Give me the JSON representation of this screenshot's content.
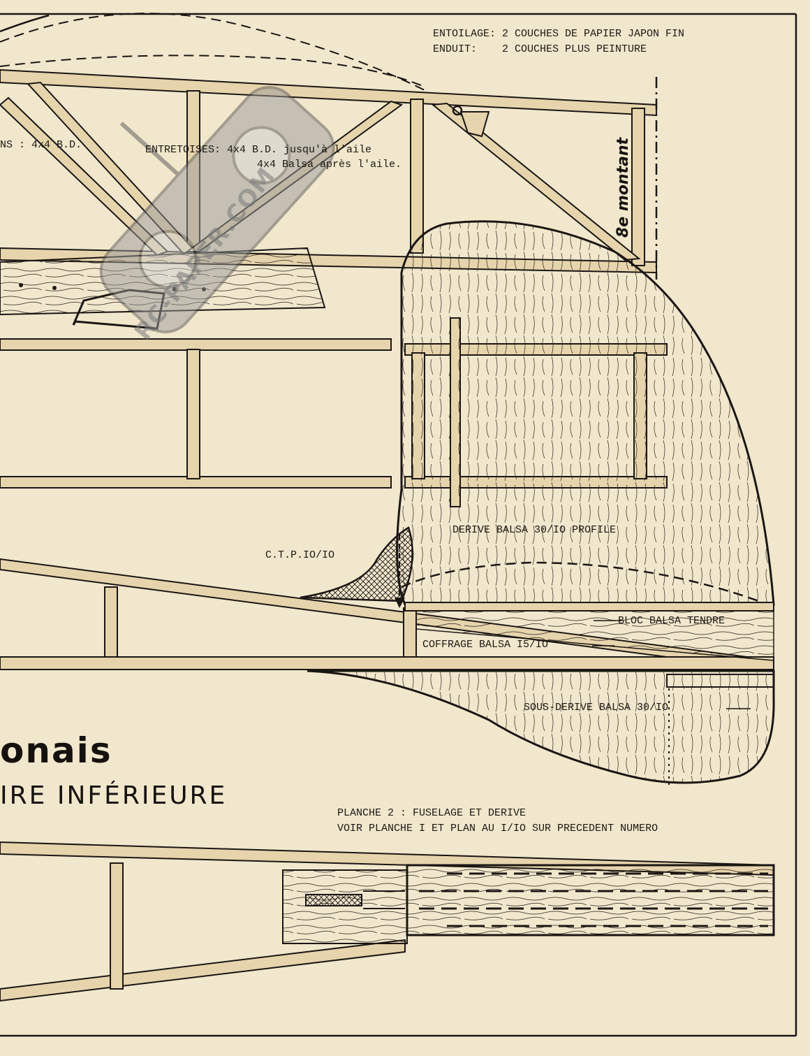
{
  "notes": {
    "covering_line1": "ENTOILAGE: 2 COUCHES DE PAPIER JAPON FIN",
    "covering_line2": "ENDUIT:    2 COUCHES PLUS PEINTURE"
  },
  "labels": {
    "longerons": "NS : 4x4 B.D.",
    "entretoises_line1": "ENTRETOISES: 4x4 B.D. jusqu'à l'aile",
    "entretoises_line2": "4x4 Balsa après l'aile.",
    "montant": "8e montant",
    "derive": "DERIVE BALSA 30/IO PROFILE",
    "ctp": "C.T.P.IO/IO",
    "bloc": "BLOC BALSA TENDRE",
    "coffrage": "COFFRAGE BALSA I5/IO",
    "sous_derive": "SOUS-DERIVE BALSA 30/IO"
  },
  "title": {
    "name_fragment": "onais",
    "subtitle_fragment": "IRE  INFÉRIEURE"
  },
  "caption": {
    "line1": "PLANCHE 2 : FUSELAGE ET DERIVE",
    "line2": "VOIR PLANCHE I ET PLAN AU I/IO SUR PRECEDENT NUMERO"
  },
  "watermark": {
    "text": "RC-PAPER.COM"
  },
  "colors": {
    "paper": "#f1e7cd",
    "ink": "#1a1612",
    "wood": "#e6d4ad"
  }
}
